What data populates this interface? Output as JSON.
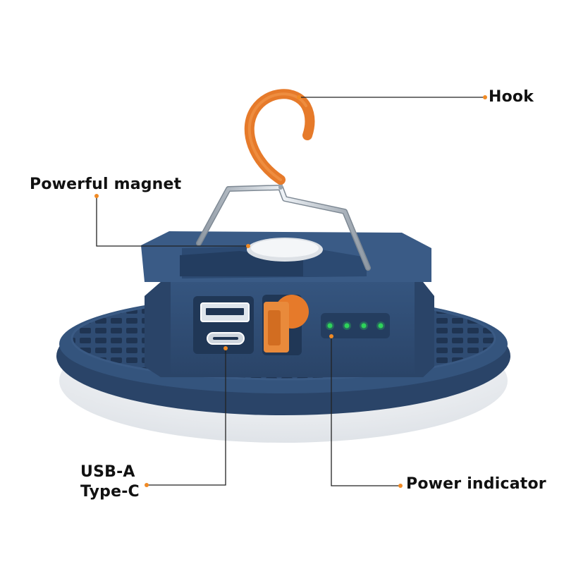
{
  "labels": {
    "hook": "Hook",
    "magnet": "Powerful magnet",
    "usb_a": "USB-A",
    "type_c": "Type-C",
    "power_indicator": "Power indicator"
  },
  "colors": {
    "body_blue": "#2f4c73",
    "body_blue_dark": "#243c5d",
    "hook_orange": "#e67a2a",
    "diffuser": "#eef1f4",
    "led_green": "#2ed35a",
    "callout_dot": "#f08a24"
  },
  "indicator": {
    "led_count": 4
  }
}
